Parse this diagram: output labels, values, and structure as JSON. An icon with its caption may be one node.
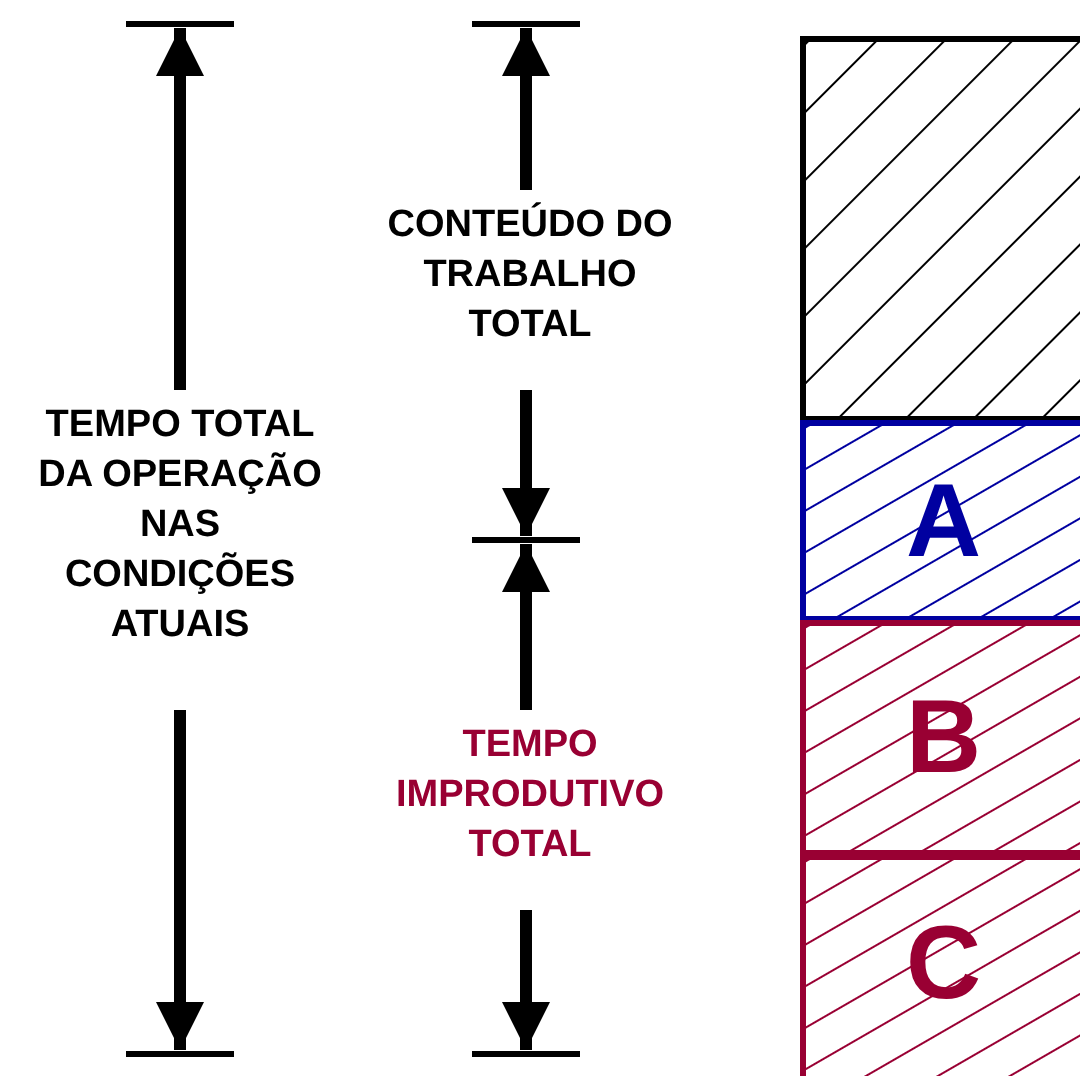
{
  "diagram": {
    "nodes": [
      {
        "text": [],
        "shape": "box"
      },
      {
        "text": [
          "A"
        ]
      },
      {
        "text": [
          "B"
        ]
      },
      {
        "text": [
          "C"
        ]
      }
    ],
    "labels": [
      "CONTEÚDO DO TRABALHO TOTAL",
      "TEMPO TOTAL DA OPERAÇÃO NAS CONDIÇÕES ATUAIS",
      "TEMPO IMPRODUTIVO TOTAL"
    ]
  }
}
